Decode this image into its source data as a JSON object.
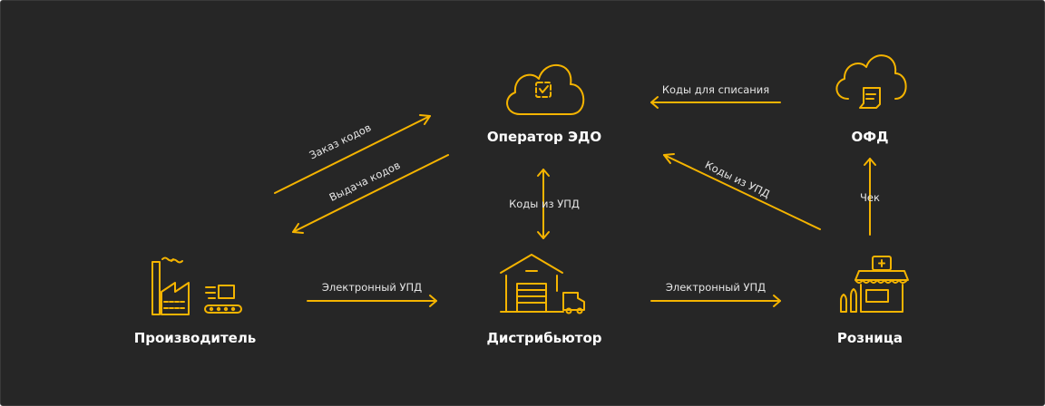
{
  "accent_color": "#f5b400",
  "nodes": {
    "producer": {
      "label": "Производитель",
      "icon": "factory-icon"
    },
    "operator": {
      "label": "Оператор ЭДО",
      "icon": "cloud-check-icon"
    },
    "ofd": {
      "label": "ОФД",
      "icon": "cloud-receipt-icon"
    },
    "distributor": {
      "label": "Дистрибьютор",
      "icon": "warehouse-truck-icon"
    },
    "retail": {
      "label": "Розница",
      "icon": "shop-icon"
    }
  },
  "edges": {
    "order_codes": "Заказ кодов",
    "issue_codes": "Выдача кодов",
    "upd_codes": "Коды из УПД",
    "writeoff_codes": "Коды для списания",
    "retail_upd_codes": "Коды из УПД",
    "receipt": "Чек",
    "producer_upd": "Электронный УПД",
    "distributor_upd": "Электронный УПД"
  }
}
